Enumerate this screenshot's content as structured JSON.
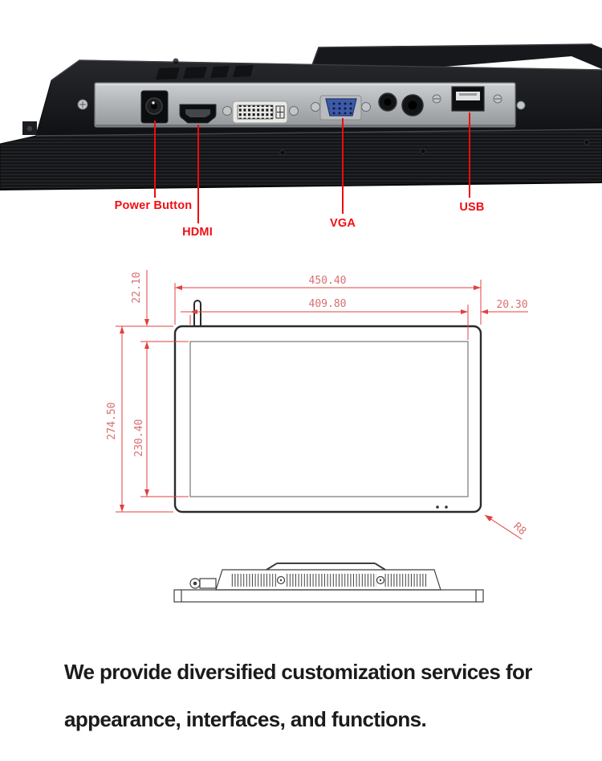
{
  "photo": {
    "labels": {
      "power": "Power Button",
      "hdmi": "HDMI",
      "vga": "VGA",
      "usb": "USB"
    },
    "label_color": "#f20d12",
    "leader_color": "#ee0a0e"
  },
  "drawing": {
    "dims": {
      "outer_width": "450.40",
      "inner_width": "409.80",
      "side_bezel": "20.30",
      "top_bezel": "22.10",
      "outer_height": "274.50",
      "inner_height": "230.40",
      "corner_radius": "R8"
    },
    "line_color": "#e24040",
    "text_color": "#d97070"
  },
  "caption": {
    "line1": "We provide diversified customization services for",
    "line2": "appearance, interfaces, and functions."
  }
}
